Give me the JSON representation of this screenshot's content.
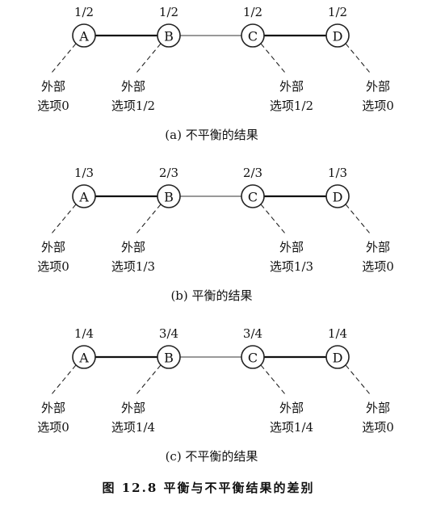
{
  "panels": [
    {
      "caption": "(a) 不平衡的结果",
      "nodes": [
        {
          "label": "A",
          "value": "1/2",
          "option_line1": "外部",
          "option_line2": "选项0"
        },
        {
          "label": "B",
          "value": "1/2",
          "option_line1": "外部",
          "option_line2": "选项1/2"
        },
        {
          "label": "C",
          "value": "1/2",
          "option_line1": "外部",
          "option_line2": "选项1/2"
        },
        {
          "label": "D",
          "value": "1/2",
          "option_line1": "外部",
          "option_line2": "选项0"
        }
      ]
    },
    {
      "caption": "(b) 平衡的结果",
      "nodes": [
        {
          "label": "A",
          "value": "1/3",
          "option_line1": "外部",
          "option_line2": "选项0"
        },
        {
          "label": "B",
          "value": "2/3",
          "option_line1": "外部",
          "option_line2": "选项1/3"
        },
        {
          "label": "C",
          "value": "2/3",
          "option_line1": "外部",
          "option_line2": "选项1/3"
        },
        {
          "label": "D",
          "value": "1/3",
          "option_line1": "外部",
          "option_line2": "选项0"
        }
      ]
    },
    {
      "caption": "(c) 不平衡的结果",
      "nodes": [
        {
          "label": "A",
          "value": "1/4",
          "option_line1": "外部",
          "option_line2": "选项0"
        },
        {
          "label": "B",
          "value": "3/4",
          "option_line1": "外部",
          "option_line2": "选项1/4"
        },
        {
          "label": "C",
          "value": "3/4",
          "option_line1": "外部",
          "option_line2": "选项1/4"
        },
        {
          "label": "D",
          "value": "1/4",
          "option_line1": "外部",
          "option_line2": "选项0"
        }
      ]
    }
  ],
  "figure_caption": "图 12.8  平衡与不平衡结果的差别"
}
